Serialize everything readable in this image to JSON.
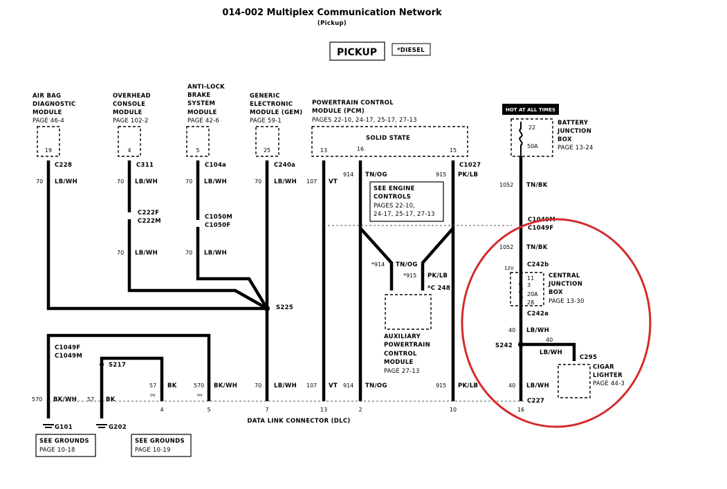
{
  "title": "014-002 Multiplex Communication Network",
  "subtitle": "(Pickup)",
  "tag_pickup": "PICKUP",
  "tag_diesel": "*DIESEL",
  "hot_at_all_times": "HOT AT ALL TIMES",
  "modules": {
    "airbag": {
      "name": [
        "AIR BAG",
        "DIAGNOSTIC",
        "MODULE"
      ],
      "page": "PAGE  46-4",
      "pin": "19"
    },
    "overhead": {
      "name": [
        "OVERHEAD",
        "CONSOLE",
        "MODULE"
      ],
      "page": "PAGE  102-2",
      "pin": "4"
    },
    "abs": {
      "name": [
        "ANTI-LOCK",
        "BRAKE",
        "SYSTEM",
        "MODULE"
      ],
      "page": "PAGE  42-6",
      "pin": "5"
    },
    "gem": {
      "name": [
        "GENERIC",
        "ELECTRONIC",
        "MODULE (GEM)"
      ],
      "page": "PAGE  59-1",
      "pin": "25"
    },
    "pcm": {
      "name": [
        "POWERTRAIN CONTROL",
        "MODULE (PCM)"
      ],
      "page": "PAGES  22-10, 24-17, 25-17, 27-13",
      "state": "SOLID STATE",
      "pins": [
        "13",
        "16",
        "15"
      ]
    },
    "bjb": {
      "name": [
        "BATTERY",
        "JUNCTION",
        "BOX"
      ],
      "page": "PAGE  13-24",
      "fuse_top": "22",
      "fuse_amp": "50A"
    },
    "cjb": {
      "name": [
        "CENTRAL",
        "JUNCTION",
        "BOX"
      ],
      "page": "PAGE  13-30",
      "pins": [
        "11",
        "3"
      ],
      "fuse_amp": "20A",
      "pin_bottom": "28",
      "volt": "12V"
    },
    "apcm": {
      "name": [
        "AUXILIARY",
        "POWERTRAIN",
        "CONTROL",
        "MODULE"
      ],
      "page": "PAGE  27-13"
    },
    "cigar": {
      "name": [
        "CIGAR",
        "LIGHTER"
      ],
      "page": "PAGE  44-3"
    }
  },
  "engine_note": {
    "lines": [
      "SEE ENGINE",
      "CONTROLS"
    ],
    "pages": [
      "PAGES  22-10,",
      "24-17, 25-17, 27-13"
    ]
  },
  "connectors": {
    "c228": "C228",
    "c311": "C311",
    "c104a": "C104a",
    "c240a": "C240a",
    "c1027": "C1027",
    "c222f": "C222F",
    "c222m": "C222M",
    "c1050m": "C1050M",
    "c1050f": "C1050F",
    "c1049m_top": "C1049M",
    "c1049f_top": "C1049F",
    "c242b": "C242b",
    "c242a": "C242a",
    "c248": "*C 248",
    "c295": "C295",
    "c227": "C227",
    "c1049f_low": "C1049F",
    "c1049m_low": "C1049M",
    "s225": "S225",
    "s217": "S217",
    "s242": "S242",
    "g101": "G101",
    "g202": "G202"
  },
  "wires": {
    "w70": "70",
    "w107": "107",
    "w914": "914",
    "w915": "915",
    "w1052": "1052",
    "w40": "40",
    "w57": "57",
    "w570": "570",
    "lbwh": "LB/WH",
    "vt": "VT",
    "tnog": "TN/OG",
    "pklb": "PK/LB",
    "tnbk": "TN/BK",
    "bkwh": "BK/WH",
    "bk": "BK",
    "w914s": "*914",
    "w915s": "*915",
    "ov": "ov"
  },
  "dlc": {
    "label": "DATA LINK CONNECTOR (DLC)",
    "pins": [
      "4",
      "5",
      "7",
      "13",
      "2",
      "10",
      "16"
    ]
  },
  "grounds": [
    {
      "lines": [
        "SEE GROUNDS",
        "PAGE  10-18"
      ]
    },
    {
      "lines": [
        "SEE GROUNDS",
        "PAGE  10-19"
      ]
    }
  ],
  "highlight_color": "#d42a2a"
}
